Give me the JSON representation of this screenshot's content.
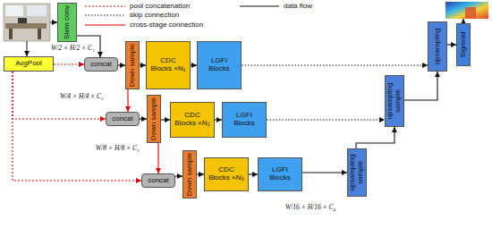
{
  "diagram": {
    "nodes": [
      {
        "text": [
          "Stem conv"
        ]
      },
      {
        "text": [
          "AvgPool"
        ]
      },
      {
        "text": [
          "concat"
        ]
      },
      {
        "text": [
          "Down sample"
        ]
      },
      {
        "text": [
          "CDC Blocks ×N₁"
        ]
      },
      {
        "text": [
          "LGFI Blocks"
        ]
      },
      {
        "text": [
          "concat"
        ]
      },
      {
        "text": [
          "Down sample"
        ]
      },
      {
        "text": [
          "CDC Blocks ×N₂"
        ]
      },
      {
        "text": [
          "LGFI Blocks"
        ]
      },
      {
        "text": [
          "concat"
        ]
      },
      {
        "text": [
          "Down sample"
        ]
      },
      {
        "text": [
          "CDC Blocks ×N₃"
        ]
      },
      {
        "text": [
          "LGFI Blocks"
        ]
      },
      {
        "text": [
          "upsampling sample"
        ]
      },
      {
        "text": [
          "upsampling sample"
        ]
      },
      {
        "text": [
          "upsampling"
        ]
      },
      {
        "text": [
          "Sigmoid"
        ]
      }
    ],
    "edges": [
      {
        "from": 0,
        "to": 2,
        "arrow": "to"
      },
      {
        "from": 1,
        "to": 2,
        "arrow": "to"
      },
      {
        "from": 2,
        "to": 3,
        "arrow": "to"
      },
      {
        "from": 3,
        "to": 4,
        "arrow": "to"
      },
      {
        "from": 4,
        "to": 5,
        "arrow": "to"
      },
      {
        "from": 3,
        "to": 6,
        "arrow": "to"
      },
      {
        "from": 1,
        "to": 6,
        "arrow": "to"
      },
      {
        "from": 6,
        "to": 7,
        "arrow": "to"
      },
      {
        "from": 7,
        "to": 8,
        "arrow": "to"
      },
      {
        "from": 8,
        "to": 9,
        "arrow": "to"
      },
      {
        "from": 7,
        "to": 10,
        "arrow": "to"
      },
      {
        "from": 1,
        "to": 10,
        "arrow": "to"
      },
      {
        "from": 10,
        "to": 11,
        "arrow": "to"
      },
      {
        "from": 11,
        "to": 12,
        "arrow": "to"
      },
      {
        "from": 12,
        "to": 13,
        "arrow": "to"
      },
      {
        "from": 13,
        "to": 14,
        "arrow": "to"
      },
      {
        "from": 14,
        "to": 15,
        "arrow": "to"
      },
      {
        "from": 9,
        "to": 15,
        "arrow": "to"
      },
      {
        "from": 15,
        "to": 16,
        "arrow": "to"
      },
      {
        "from": 5,
        "to": 16,
        "arrow": "to"
      },
      {
        "from": 16,
        "to": 17,
        "arrow": "to"
      }
    ],
    "labels": [
      "W/2 × H/2 × C₁",
      "W/4 × H/4 × C₂",
      "W/8 × H/8 × C₃",
      "W/16 × H/16 × C₄"
    ],
    "legend": [
      {
        "text": "pool concatenation"
      },
      {
        "text": "data flow"
      },
      {
        "text": "skip connection"
      },
      {
        "text": "cross-stage connection"
      }
    ]
  }
}
